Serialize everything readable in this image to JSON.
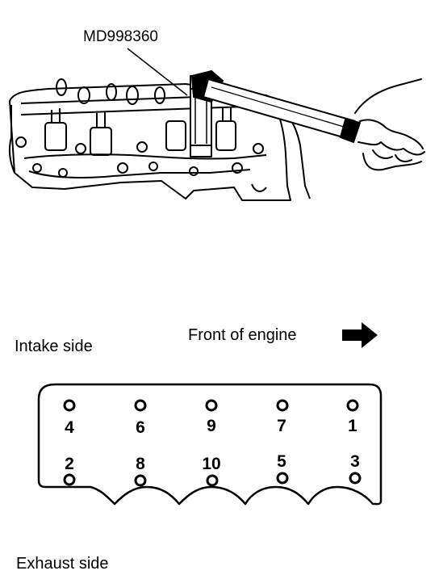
{
  "labels": {
    "tool_number": "MD998360",
    "intake_side": "Intake side",
    "front_of_engine": "Front of engine",
    "exhaust_side": "Exhaust side"
  },
  "icons": {
    "front_arrow": "arrow-right-icon"
  },
  "bolts": {
    "top_row": [
      "4",
      "6",
      "9",
      "7",
      "1"
    ],
    "bottom_row": [
      "2",
      "8",
      "10",
      "5",
      "3"
    ]
  },
  "colors": {
    "ink": "#000000",
    "paper": "#ffffff"
  }
}
